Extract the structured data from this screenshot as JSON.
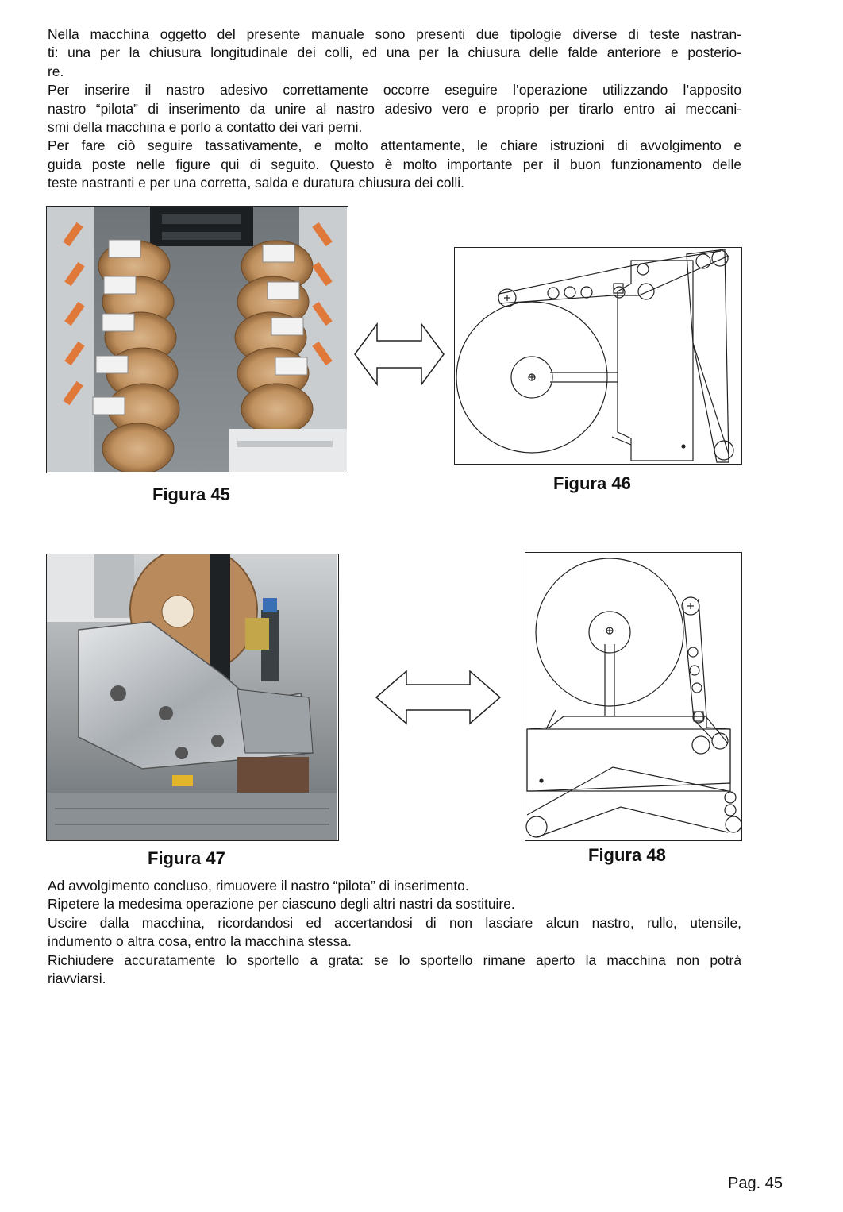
{
  "intro_lines": [
    "Nella macchina oggetto del presente manuale sono presenti due tipologie diverse di teste nastran-",
    "ti: una per la chiusura longitudinale dei colli, ed una per la chiusura delle falde anteriore e posterio-",
    "re.",
    "Per inserire il nastro adesivo correttamente occorre eseguire l’operazione utilizzando l’apposito",
    "nastro “pilota” di inserimento da unire al nastro adesivo vero e proprio per tirarlo entro ai meccani-",
    "smi della macchina e porlo a contatto dei vari perni.",
    "Per fare ciò seguire tassativamente, e molto attentamente, le chiare istruzioni di avvolgimento e",
    "guida poste nelle figure qui di seguito. Questo è molto importante per il buon funzionamento delle",
    "teste nastranti e per una corretta, salda e duratura chiusura dei colli."
  ],
  "figures": {
    "fig45": {
      "caption": "Figura 45"
    },
    "fig46": {
      "caption": "Figura 46"
    },
    "fig47": {
      "caption": "Figura 47"
    },
    "fig48": {
      "caption": "Figura 48"
    }
  },
  "outro_lines": [
    "Ad avvolgimento concluso, rimuovere il nastro “pilota” di inserimento.",
    "Ripetere la medesima operazione per ciascuno degli altri nastri da sostituire.",
    "Uscire dalla macchina, ricordandosi ed accertandosi di non lasciare alcun nastro, rullo, utensile,",
    "indumento o altra cosa, entro la macchina stessa.",
    "Richiudere accuratamente lo sportello a grata: se lo sportello rimane aperto la macchina non potrà",
    "riavviarsi."
  ],
  "page_number": "Pag. 45",
  "colors": {
    "text": "#111111",
    "tape": "#b88a5c",
    "handle": "#e0783a",
    "photo_dark": "#2a2f33"
  }
}
